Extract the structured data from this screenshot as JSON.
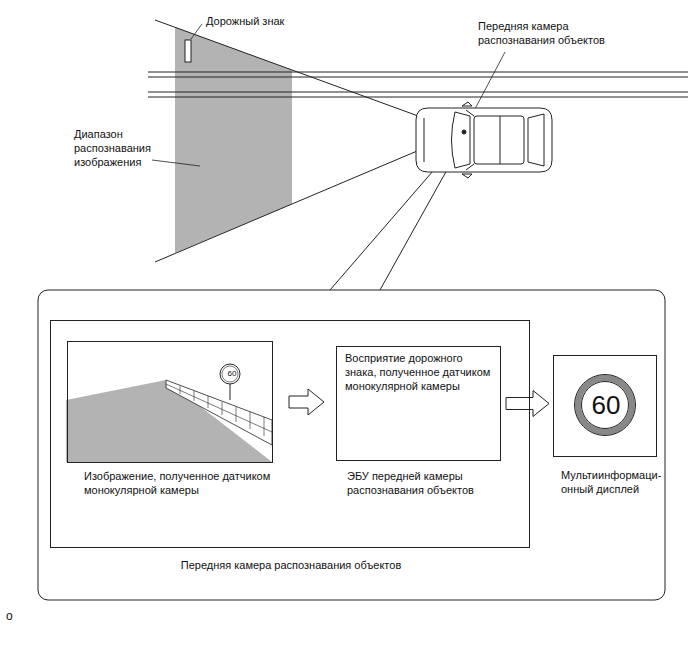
{
  "diagram": {
    "nodes": [
      {
        "text": [
          "Передняя камера распознавания объектов"
        ]
      },
      {
        "text": [
          "60",
          "Изображение, полученное датчиком монокулярной камеры"
        ],
        "in": 0
      },
      {
        "text": [
          "Восприятие дорожного знака, полученное датчиком монокулярной камеры",
          "ЭБУ передней камеры распознавания объектов"
        ],
        "in": 0
      },
      {
        "text": [
          "60",
          "Мультиинформаци- онный дисплей"
        ]
      }
    ],
    "edges": [
      {
        "from": 1,
        "to": 2,
        "arrow": "to"
      },
      {
        "from": 2,
        "to": 3,
        "arrow": "to"
      }
    ],
    "labels": [
      "Дорожный знак",
      "Передняя камера распознавания объектов",
      "Диапазон распознавания изображения",
      "o"
    ]
  }
}
